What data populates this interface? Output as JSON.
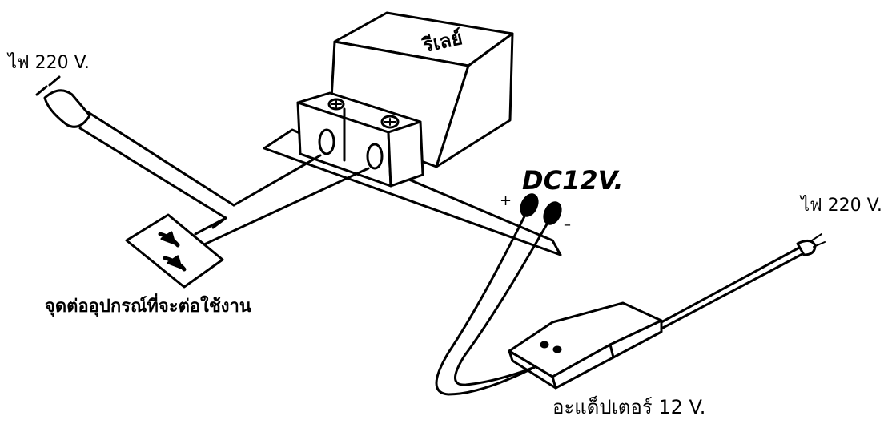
{
  "labels": {
    "mains_left": "ไฟ 220 V.",
    "mains_right": "ไฟ 220 V.",
    "relay": "รีเลย์",
    "dc_voltage": "DC12V.",
    "plus": "+",
    "minus": "–",
    "outlet_caption": "จุดต่ออุปกรณ์ที่จะต่อใช้งาน",
    "adapter_caption": "อะแด็ปเตอร์ 12 V."
  },
  "colors": {
    "stroke": "#000000",
    "fill": "#ffffff"
  }
}
